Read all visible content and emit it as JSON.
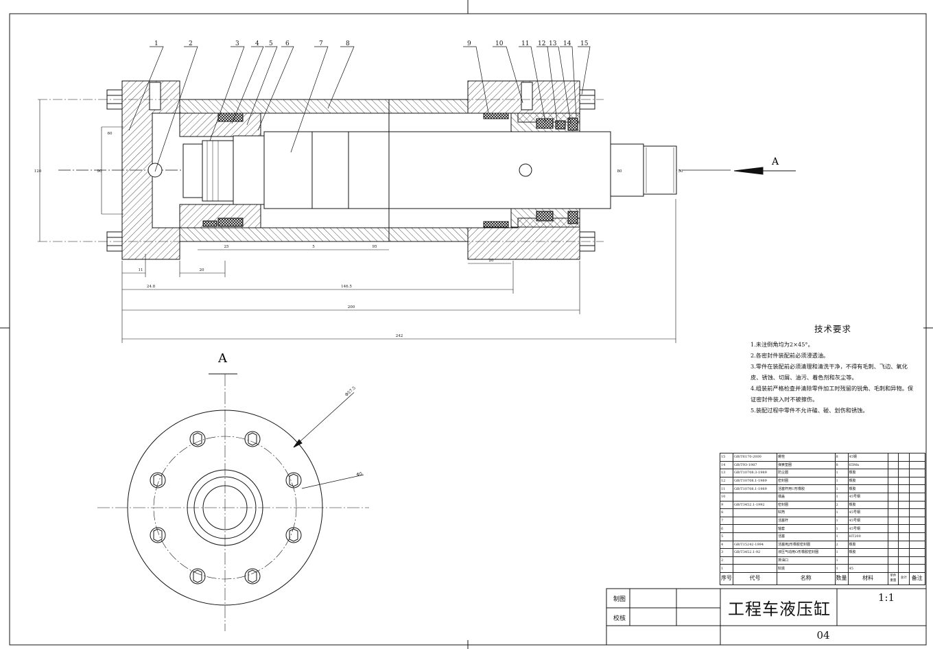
{
  "drawing": {
    "part_labels": [
      "1",
      "2",
      "3",
      "4",
      "5",
      "6",
      "7",
      "8",
      "9",
      "10",
      "11",
      "12",
      "13",
      "14",
      "15"
    ],
    "dimensions": {
      "d_11": "11",
      "d_20a": "20",
      "d_24_8": "24.8",
      "d_146_5": "146.5",
      "d_200": "200",
      "d_242": "242",
      "d_5": "5",
      "d_95": "95",
      "d_20b": "20",
      "d_25": "25",
      "d_120": "120",
      "d_90": "90",
      "d_80": "80",
      "d_50": "50",
      "d_60": "60",
      "d_phi57_5": "Φ57.5",
      "d_phi5": "Φ5"
    },
    "section_label": "A",
    "view_label": "A"
  },
  "tech_requirements": {
    "title": "技术要求",
    "items": [
      "1.未注倒角均为2×45°。",
      "2.各密封件装配前必须浸透油。",
      "3.零件在装配前必须清理和清洗干净，不得有毛刺、飞边、氧化",
      "皮、锈蚀、切屑、油污、着色剂和灰尘等。",
      "4.组装前严格检查并清除零件加工时残留的锐角、毛刺和异物。保",
      "证密封件装入时不被擦伤。",
      "5.装配过程中零件不允许磕、碰、划伤和锈蚀。"
    ]
  },
  "bom": {
    "rows": [
      [
        "15",
        "GB/T6170-2000",
        "螺栓",
        "8",
        "45钢"
      ],
      [
        "14",
        "GB/T93-1987",
        "弹簧垫圈",
        "8",
        "65Mn"
      ],
      [
        "13",
        "GB/T10708.3-1989",
        "防尘圈",
        "1",
        "橡胶"
      ],
      [
        "12",
        "GB/T10708.1-1989",
        "密封圈",
        "1",
        "橡胶"
      ],
      [
        "11",
        "GB/T10708.1-1989",
        "活塞杆用U形橡胶",
        "1",
        "橡胶"
      ],
      [
        "10",
        "",
        "端盖",
        "1",
        "45号钢"
      ],
      [
        "9",
        "GB/T3452.1-1992",
        "密封圈",
        "2",
        "橡胶"
      ],
      [
        "8",
        "",
        "缸筒",
        "1",
        "45号钢"
      ],
      [
        "7",
        "",
        "活塞杆",
        "1",
        "45号钢"
      ],
      [
        "6",
        "",
        "轴套",
        "1",
        "45号钢"
      ],
      [
        "5",
        "",
        "活塞",
        "1",
        "HT200"
      ],
      [
        "4",
        "GB/T15242-1994",
        "活塞用J形橡胶密封圈",
        "2",
        "橡胶"
      ],
      [
        "3",
        "GB/T3452.1-92",
        "液压气动用O形橡胶密封圈",
        "1",
        "橡胶"
      ],
      [
        "2",
        "",
        "排油口",
        "1",
        ""
      ],
      [
        "1",
        "",
        "缸底",
        "1",
        "45"
      ]
    ],
    "header": {
      "no": "序号",
      "code": "代号",
      "name": "名称",
      "qty": "数量",
      "material": "材料",
      "unit": "单件",
      "total": "总计",
      "weight": "重量",
      "note": "备注"
    }
  },
  "title_block": {
    "drawn_label": "制图",
    "checked_label": "校核",
    "title": "工程车液压缸",
    "scale": "1:1",
    "number": "04"
  }
}
